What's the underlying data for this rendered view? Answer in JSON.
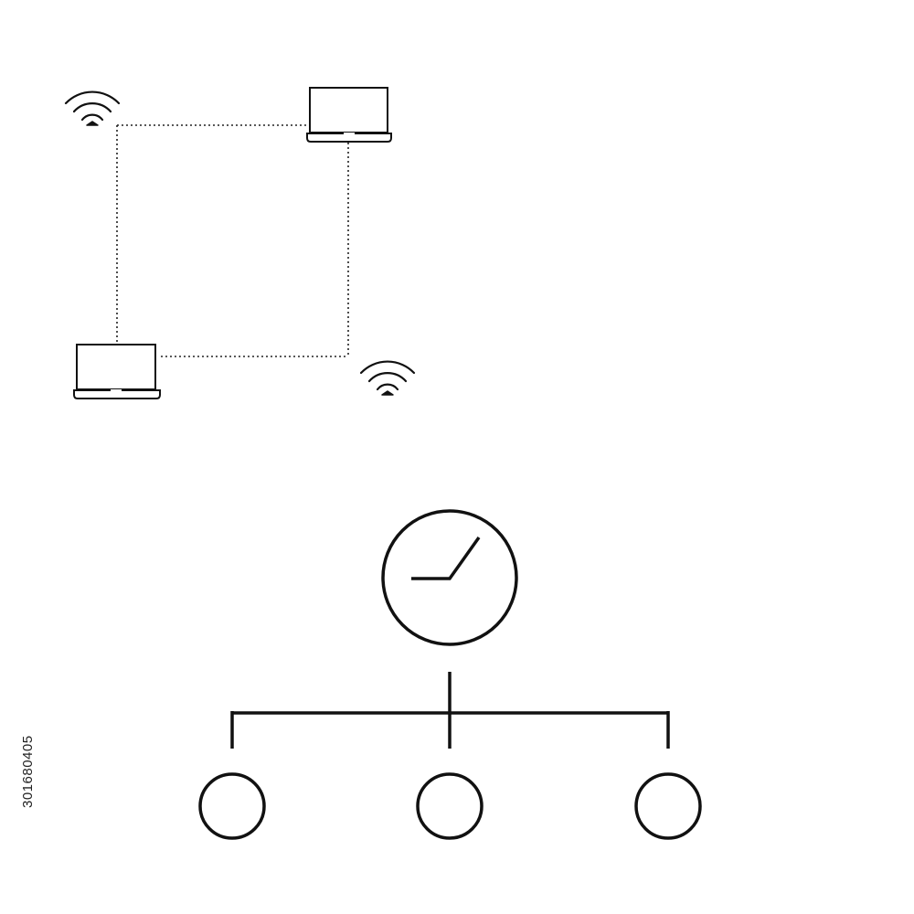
{
  "colors": {
    "background": "#ffffff",
    "stroke": "#111111"
  },
  "network_diagram": {
    "nodes": [
      {
        "id": "wifi-top-left",
        "icon": "wifi-icon"
      },
      {
        "id": "laptop-top-right",
        "icon": "laptop-icon"
      },
      {
        "id": "laptop-bottom-left",
        "icon": "laptop-icon"
      },
      {
        "id": "wifi-bottom-right",
        "icon": "wifi-icon"
      }
    ],
    "connections": [
      {
        "from": "wifi-top-left",
        "to": "laptop-top-right",
        "style": "dotted"
      },
      {
        "from": "laptop-top-right",
        "to": "wifi-bottom-right",
        "style": "dotted"
      },
      {
        "from": "laptop-bottom-left",
        "to": "wifi-bottom-right",
        "style": "dotted"
      },
      {
        "from": "wifi-top-left",
        "to": "laptop-bottom-left",
        "style": "dotted"
      }
    ]
  },
  "hierarchy_diagram": {
    "root": {
      "icon": "clock-icon"
    },
    "children": [
      {
        "icon": "circle-node"
      },
      {
        "icon": "circle-node"
      },
      {
        "icon": "circle-node"
      }
    ]
  },
  "side_text": "301680405"
}
